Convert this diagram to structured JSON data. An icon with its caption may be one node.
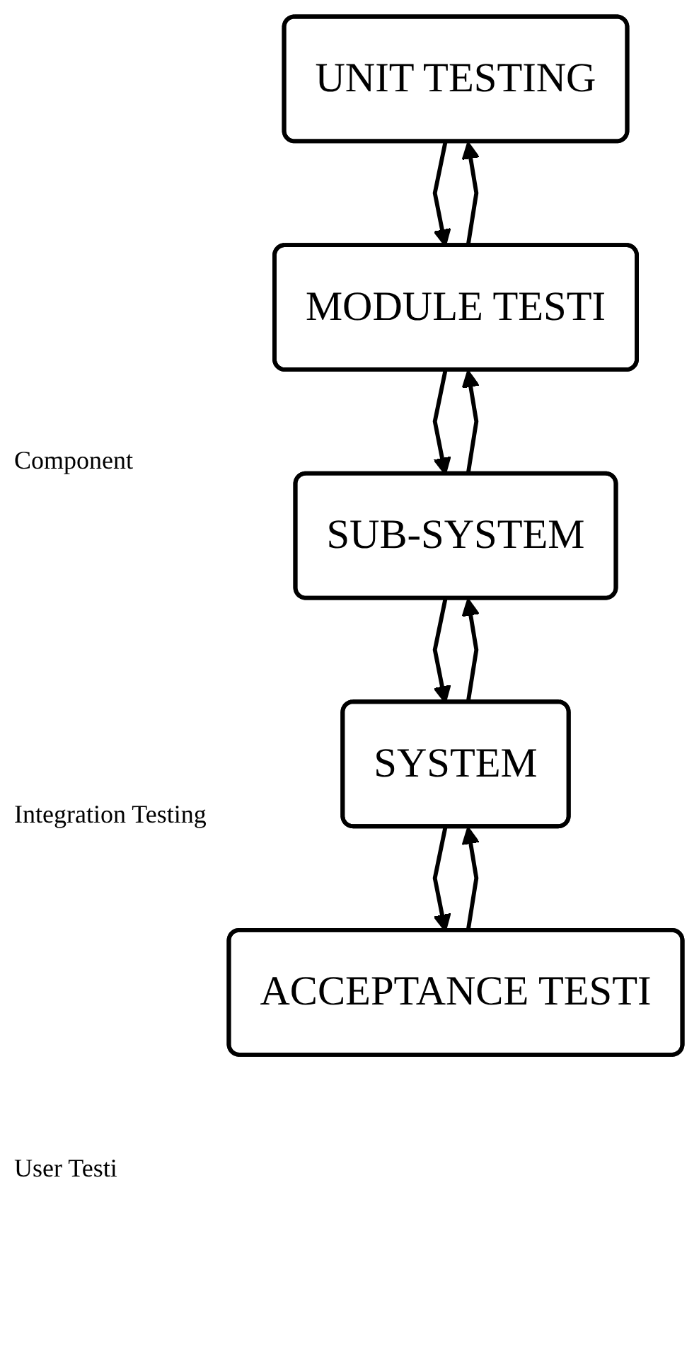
{
  "diagram": {
    "nodes": [
      {
        "text": [
          "UNIT TESTING"
        ]
      },
      {
        "text": [
          "MODULE TESTI"
        ]
      },
      {
        "text": [
          "SUB-SYSTEM"
        ]
      },
      {
        "text": [
          "SYSTEM"
        ]
      },
      {
        "text": [
          "ACCEPTANCE TESTI"
        ]
      }
    ],
    "edges": [
      {
        "from": 0,
        "to": 1,
        "arrow": "to"
      },
      {
        "from": 1,
        "to": 0,
        "arrow": "to"
      },
      {
        "from": 1,
        "to": 2,
        "arrow": "to"
      },
      {
        "from": 2,
        "to": 1,
        "arrow": "to"
      },
      {
        "from": 2,
        "to": 3,
        "arrow": "to"
      },
      {
        "from": 3,
        "to": 2,
        "arrow": "to"
      },
      {
        "from": 3,
        "to": 4,
        "arrow": "to"
      },
      {
        "from": 4,
        "to": 3,
        "arrow": "to"
      }
    ],
    "labels": [
      "Component",
      "Integration Testing",
      "User Testi"
    ]
  }
}
